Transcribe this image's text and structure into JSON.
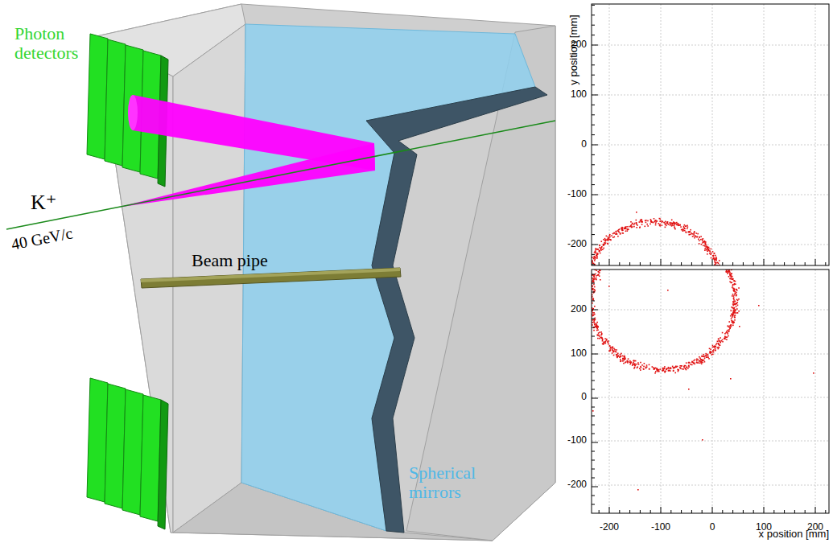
{
  "diagram": {
    "labels": [
      "Photon detectors",
      "K⁺",
      "40 GeV/c",
      "Beam pipe",
      "Spherical mirrors",
      "y position [mm]",
      "200",
      "100",
      "0",
      "-100",
      "-200",
      "200",
      "100",
      "0",
      "-100",
      "-200",
      "-200",
      "-100",
      "0",
      "100",
      "200",
      "x position [mm]"
    ]
  }
}
